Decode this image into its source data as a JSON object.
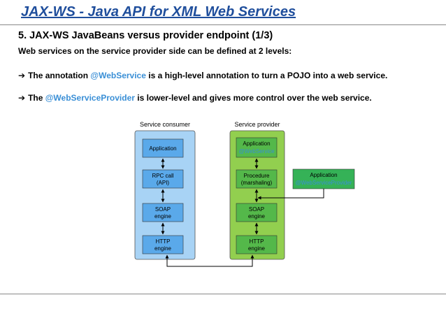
{
  "header": {
    "title": "JAX-WS -  Java API for XML Web Services"
  },
  "slide": {
    "heading": "5. JAX-WS JavaBeans versus provider endpoint (1/3)",
    "intro": "Web services on the service provider side can be defined at 2 levels:",
    "bullets": [
      {
        "arrow": "➔",
        "before": "The annotation ",
        "keyword": "@WebService",
        "after": " is a high-level annotation to turn a POJO into a web service."
      },
      {
        "arrow": "➔",
        "before": "The ",
        "keyword": "@WebServiceProvider",
        "after": " is lower-level and gives more control over the web service."
      }
    ]
  },
  "diagram": {
    "consumer": {
      "label": "Service consumer",
      "boxes": [
        {
          "line1": "Application",
          "line2": ""
        },
        {
          "line1": "RPC call",
          "line2": "(API)"
        },
        {
          "line1": "SOAP",
          "line2": "engine"
        },
        {
          "line1": "HTTP",
          "line2": "engine"
        }
      ]
    },
    "provider": {
      "label": "Service provider",
      "boxes": [
        {
          "line1": "Application",
          "line2": "@WebService"
        },
        {
          "line1": "Procedure",
          "line2": "(marshaling)"
        },
        {
          "line1": "SOAP",
          "line2": "engine"
        },
        {
          "line1": "HTTP",
          "line2": "engine"
        }
      ]
    },
    "external": {
      "line1": "Application",
      "line2": "@WebServiceProvider"
    },
    "colors": {
      "consumer_fill": "#a8d3f5",
      "consumer_box": "#5aa9ea",
      "provider_fill": "#92cf4f",
      "provider_box": "#54b84a",
      "external_box": "#35b257",
      "keyword": "#3a8fd6",
      "title": "#1f4e9c"
    }
  }
}
